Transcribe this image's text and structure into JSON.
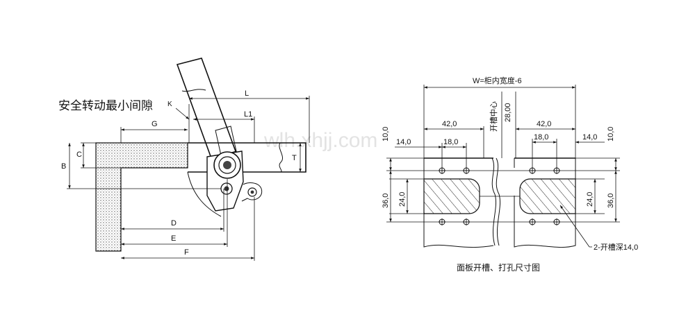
{
  "watermark": "wlh.xhjj.com",
  "left": {
    "clearance_label": "安全转动最小间隙",
    "dims": {
      "K": "K",
      "L": "L",
      "L1": "L1",
      "G": "G",
      "C": "C",
      "B": "B",
      "T": "T",
      "D": "D",
      "E": "E",
      "F": "F"
    }
  },
  "right": {
    "width_label": "W=柜内宽度-6",
    "center_label": "开槽中心",
    "center_dist": "28,00",
    "v10_left": "10,0",
    "v10_right": "10,0",
    "h42_left": "42,0",
    "h42_right": "42,0",
    "h14_left": "14,0",
    "h14_right": "14,0",
    "h18_left": "18,0",
    "h18_right": "18,0",
    "v36_left": "36,0",
    "v36_right": "36,0",
    "v24_left": "24,0",
    "v24_right": "24,0",
    "slot_label": "2-开槽深14,0",
    "caption": "面板开槽、打孔尺寸图"
  }
}
